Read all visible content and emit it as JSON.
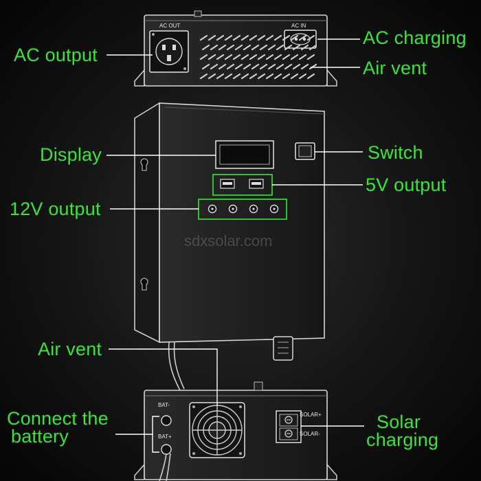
{
  "colors": {
    "accent": "#39e639",
    "device_body": "#1e1e1e",
    "device_edge": "#cfcfcf",
    "background": "#141414"
  },
  "labels": {
    "ac_output": "AC output",
    "ac_charging": "AC charging",
    "air_vent_top": "Air vent",
    "display": "Display",
    "switch": "Switch",
    "five_v_output": "5V output",
    "twelve_v_output": "12V output",
    "air_vent_bottom": "Air vent",
    "connect_battery_line1": "Connect the",
    "connect_battery_line2": "battery",
    "solar_charging_line1": "Solar",
    "solar_charging_line2": "charging"
  },
  "device_text": {
    "ac_out": "AC OUT",
    "ac_in": "AC IN",
    "bat_minus": "BAT-",
    "bat_plus": "BAT+",
    "solar_plus": "SOLAR+",
    "solar_minus": "SOLAR-"
  },
  "watermark": "sdxsolar.com"
}
